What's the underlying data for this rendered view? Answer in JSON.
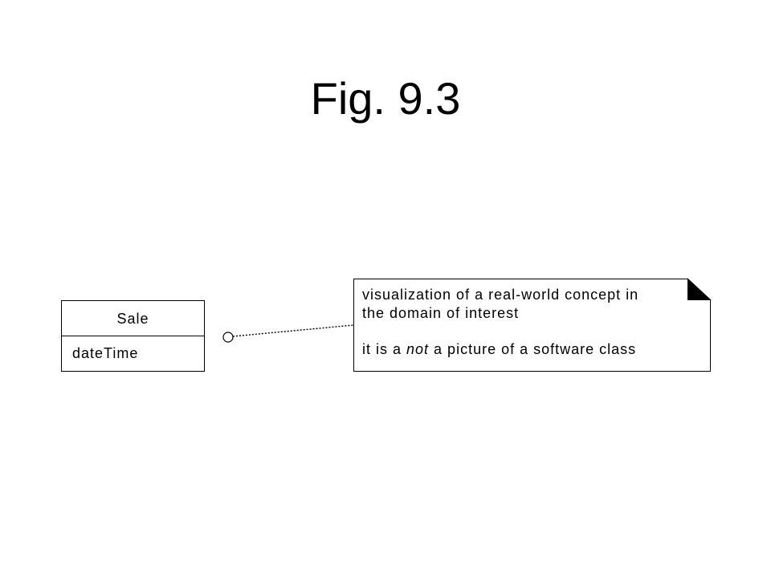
{
  "slide": {
    "title": "Fig. 9.3"
  },
  "class_box": {
    "name": "Sale",
    "attribute": "dateTime"
  },
  "note": {
    "line1": "visualization of a real-world concept in",
    "line2": "the domain of interest",
    "line3_before": "it is a ",
    "line3_emphasis": "not",
    "line3_after": " a picture of a software class"
  }
}
